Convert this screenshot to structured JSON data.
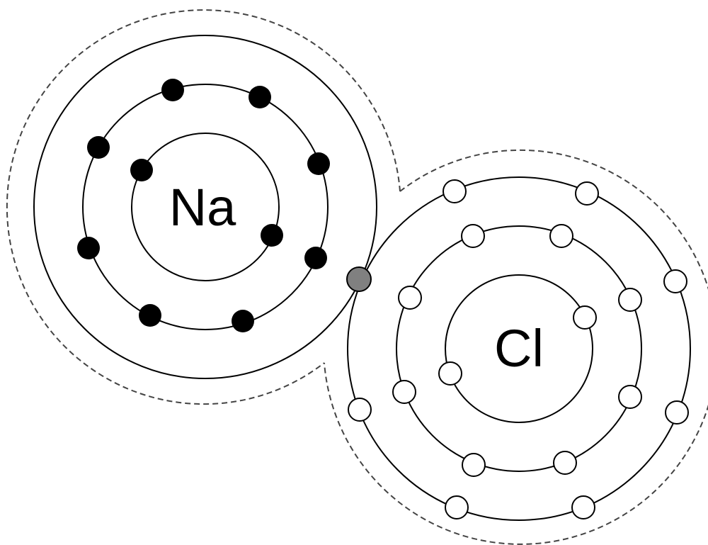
{
  "colors": {
    "background": "#ffffff",
    "line": "#000000",
    "dashed_boundary": "#444444",
    "sodium_electron": "#000000",
    "chlorine_electron": "#ffffff",
    "shared_electron": "#808080"
  },
  "atoms": [
    {
      "id": "sodium",
      "symbol": "Na",
      "shells": [
        {
          "electrons": 2
        },
        {
          "electrons": 8
        },
        {
          "electrons": 0
        }
      ]
    },
    {
      "id": "chlorine",
      "symbol": "Cl",
      "shells": [
        {
          "electrons": 2
        },
        {
          "electrons": 8
        },
        {
          "electrons": 7
        }
      ]
    }
  ],
  "shared_electrons": 1
}
